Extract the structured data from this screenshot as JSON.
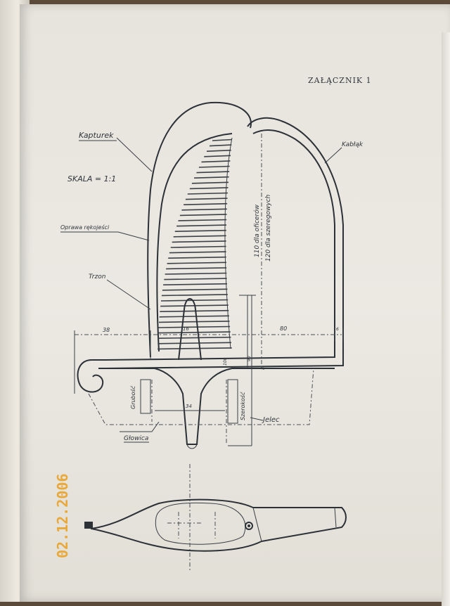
{
  "header": {
    "title": "ZAŁĄCZNIK 1"
  },
  "labels": {
    "kapturek": "Kapturek",
    "skala": "SKALA = 1:1",
    "oprawa": "Oprawa rękojeści",
    "trzon": "Trzon",
    "kablak": "Kabłąk",
    "jelec": "Jelec",
    "glowica": "Głowica",
    "grubosc": "Grubość",
    "szerokosc": "Szerokość",
    "otwory_1": "110 dla oficerów",
    "otwory_2": "120 dla szeregowych"
  },
  "dimensions": {
    "d38": "38",
    "d80": "80",
    "d6": "6",
    "d16": "16",
    "d34": "34",
    "d90": "90",
    "d8": "8",
    "d100": "100"
  },
  "stamp": {
    "date": "02.12.2006"
  }
}
